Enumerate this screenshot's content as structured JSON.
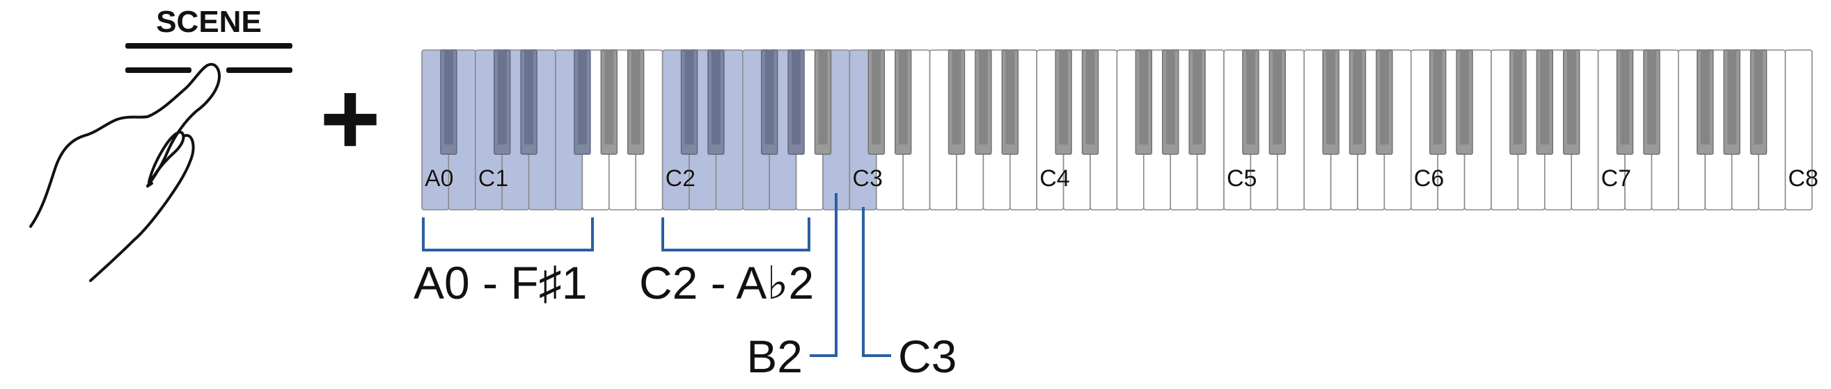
{
  "scene_button": {
    "label": "SCENE",
    "icon": "hand-pressing-button-icon"
  },
  "plus_sign": "+",
  "keyboard": {
    "first_key": "A0",
    "last_key": "C8",
    "white_key_count": 52,
    "octave_labels": [
      "A0",
      "C1",
      "C2",
      "C3",
      "C4",
      "C5",
      "C6",
      "C7",
      "C8"
    ],
    "highlight_color": "#b4bedd",
    "bracket_color": "#2a5fa2",
    "highlighted_ranges": [
      {
        "label": "A0 - F♯1",
        "from": "A0",
        "to": "F#1"
      },
      {
        "label": "C2 - A♭2",
        "from": "C2",
        "to": "Ab2"
      },
      {
        "label": "B2",
        "from": "B2",
        "to": "B2"
      },
      {
        "label": "C3",
        "from": "C3",
        "to": "C3"
      }
    ]
  },
  "callouts": {
    "range_a0_f1": "A0 - F♯1",
    "range_c2_ab2": "C2 - A♭2",
    "key_b2": "B2",
    "key_c3": "C3"
  }
}
